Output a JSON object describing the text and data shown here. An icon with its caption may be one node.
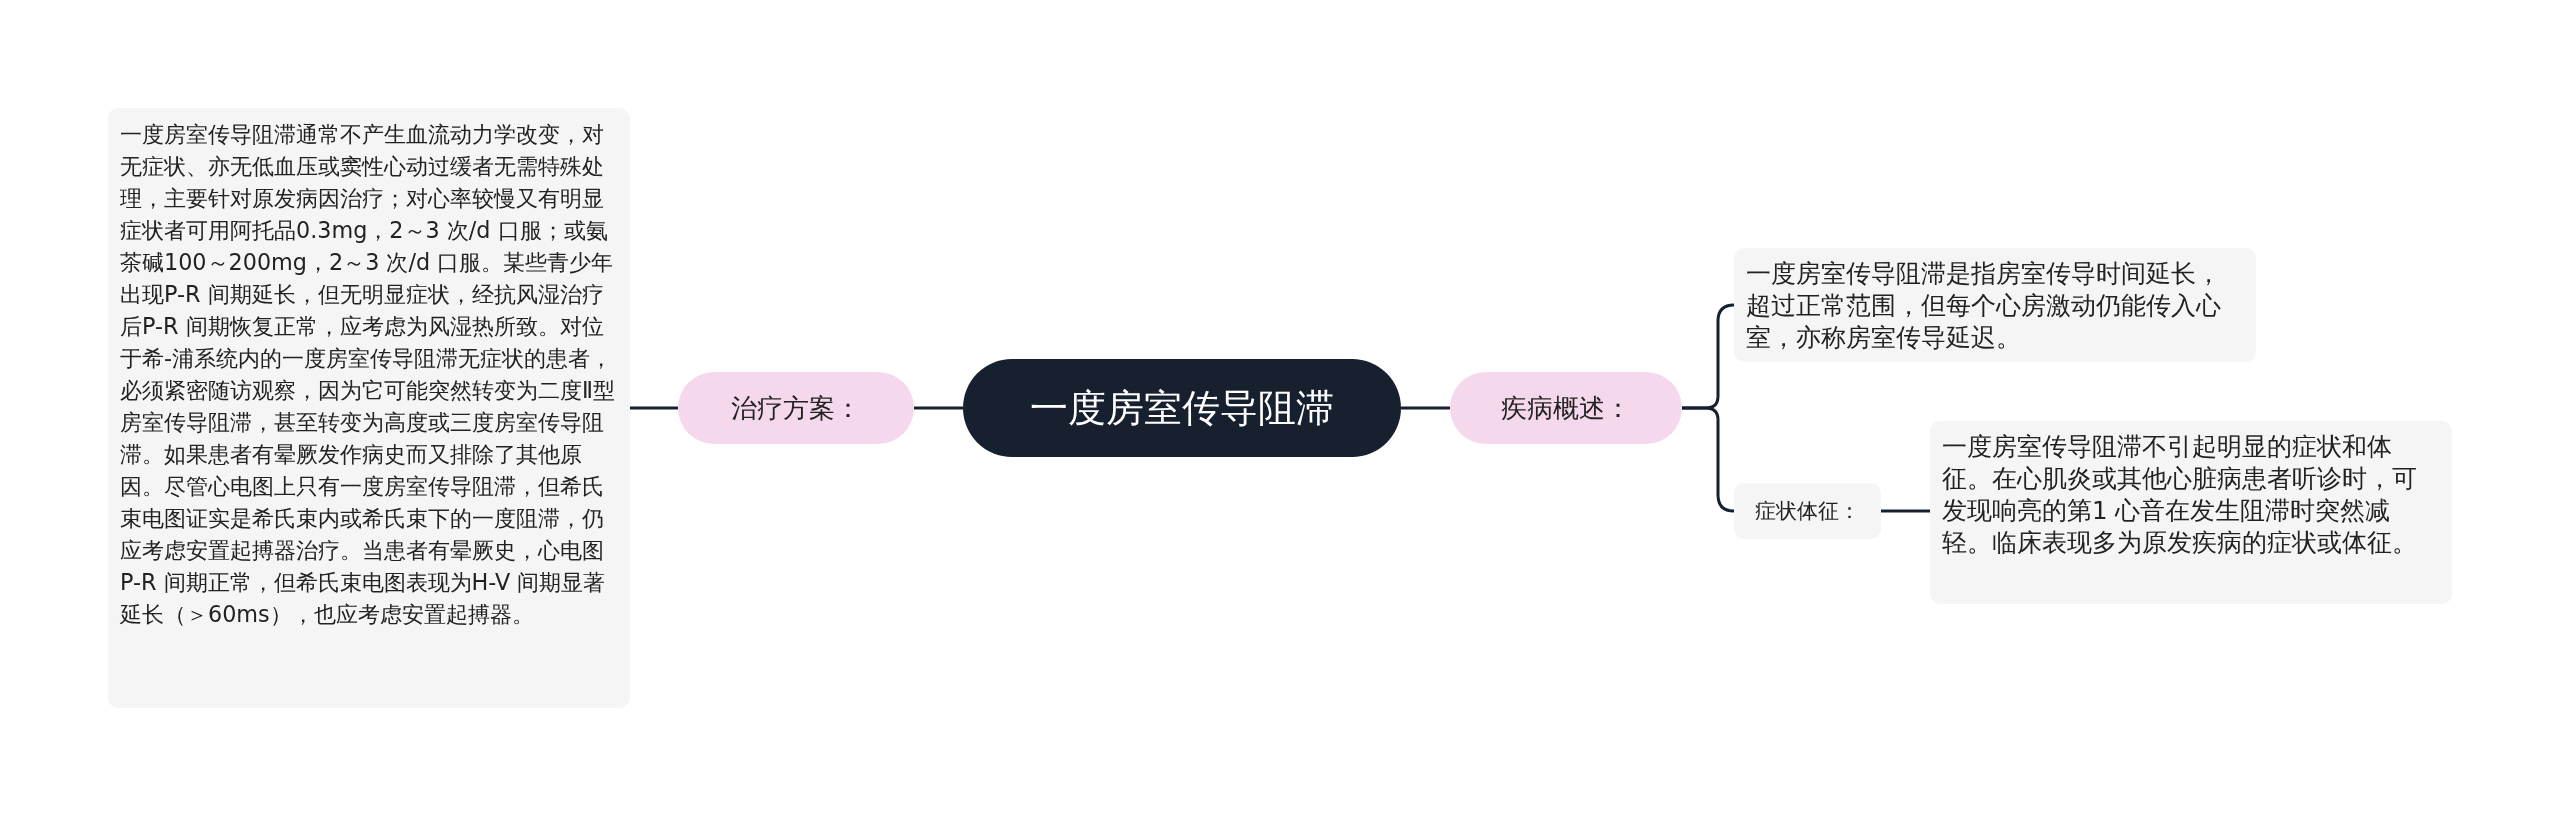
{
  "diagram": {
    "nodes": [
      {
        "text": [
          "一度房室传导阻滞"
        ]
      },
      {
        "text": [
          "治疗方案："
        ]
      },
      {
        "text": [
          "一度房室传导阻滞通常不产生血流动力学改变，对无症状、亦无低血压或窦性心动过缓者无需特殊处理，主要针对原发病因治疗；对心率较慢又有明显症状者可用阿托品0.3mg，2～3 次/d 口服；或氨茶碱100～200mg，2～3 次/d 口服。某些青少年出现P-R 间期延长，但无明显症状，经抗风湿治疗后P-R 间期恢复正常，应考虑为风湿热所致。对位于希-浦系统内的一度房室传导阻滞无症状的患者，必须紧密随访观察，因为它可能突然转变为二度Ⅱ型房室传导阻滞，甚至转变为高度或三度房室传导阻滞。如果患者有晕厥发作病史而又排除了其他原因。尽管心电图上只有一度房室传导阻滞，但希氏束电图证实是希氏束内或希氏束下的一度阻滞，仍应考虑安置起搏器治疗。当患者有晕厥史，心电图P-R 间期正常，但希氏束电图表现为H-V 间期显著延长（＞60ms），也应考虑安置起搏器。"
        ]
      },
      {
        "text": [
          "疾病概述："
        ]
      },
      {
        "text": [
          "一度房室传导阻滞是指房室传导时间延长，超过正常范围，但每个心房激动仍能传入心室，亦称房室传导延迟。"
        ]
      },
      {
        "text": [
          "症状体征："
        ]
      },
      {
        "text": [
          "一度房室传导阻滞不引起明显的症状和体征。在心肌炎或其他心脏病患者听诊时，可发现响亮的第1 心音在发生阻滞时突然减轻。临床表现多为原发疾病的症状或体征。"
        ]
      }
    ],
    "edges": [
      {
        "from": 0,
        "to": 1,
        "arrow": "none"
      },
      {
        "from": 1,
        "to": 2,
        "arrow": "none"
      },
      {
        "from": 0,
        "to": 3,
        "arrow": "none"
      },
      {
        "from": 3,
        "to": 4,
        "arrow": "none"
      },
      {
        "from": 3,
        "to": 5,
        "arrow": "none"
      },
      {
        "from": 5,
        "to": 6,
        "arrow": "none"
      }
    ]
  }
}
